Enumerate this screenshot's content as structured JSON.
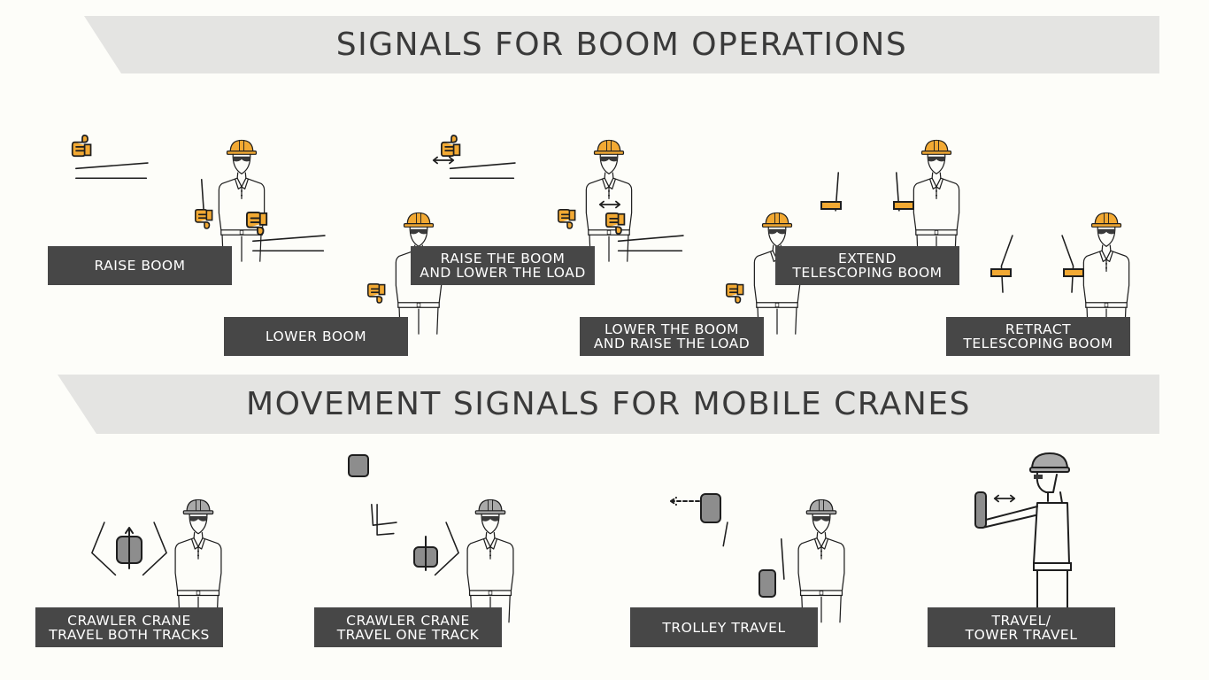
{
  "sections": {
    "boom": {
      "title": "SIGNALS FOR BOOM OPERATIONS"
    },
    "movement": {
      "title": "MOVEMENT SIGNALS FOR MOBILE CRANES"
    }
  },
  "signals": {
    "raise_boom": "RAISE BOOM",
    "lower_boom": "LOWER BOOM",
    "raise_boom_lower_load": "RAISE THE BOOM\nAND LOWER THE LOAD",
    "lower_boom_raise_load": "LOWER THE BOOM\nAND RAISE THE LOAD",
    "extend_telescoping": "EXTEND\nTELESCOPING BOOM",
    "retract_telescoping": "RETRACT\nTELESCOPING BOOM",
    "crawler_both": "CRAWLER CRANE\nTRAVEL BOTH TRACKS",
    "crawler_one": "CRAWLER CRANE\nTRAVEL ONE TRACK",
    "trolley_travel": "TROLLEY TRAVEL",
    "tower_travel": "TRAVEL/\nTOWER TRAVEL"
  },
  "colors": {
    "banner": "#e4e4e2",
    "label_bg": "#474747",
    "label_text": "#ffffff",
    "helmet_orange": "#f2a933",
    "helmet_gray": "#a9a9a9",
    "outline": "#1e1e1e"
  },
  "icons": {
    "worker": "worker-figure-icon",
    "thumb_up": "thumb-up-hand-icon",
    "thumb_down": "thumb-down-hand-icon",
    "arrow": "double-arrow-icon"
  }
}
